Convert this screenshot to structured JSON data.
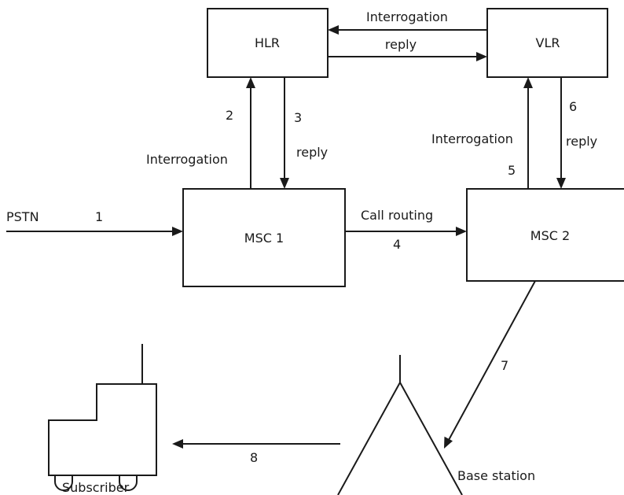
{
  "nodes": {
    "hlr": "HLR",
    "vlr": "VLR",
    "msc1": "MSC 1",
    "msc2": "MSC 2"
  },
  "labels": {
    "pstn": "PSTN",
    "step1": "1",
    "step2": "2",
    "step3": "3",
    "step4": "4",
    "step5": "5",
    "step6": "6",
    "step7": "7",
    "step8": "8",
    "interrogation_hlr_vlr": "Interrogation",
    "reply_hlr_vlr": "reply",
    "interrogation_msc1": "Interrogation",
    "reply_msc1": "reply",
    "interrogation_msc2": "Interrogation",
    "reply_msc2": "reply",
    "call_routing": "Call routing",
    "base_station": "Base station",
    "subscriber": "Subscriber"
  }
}
